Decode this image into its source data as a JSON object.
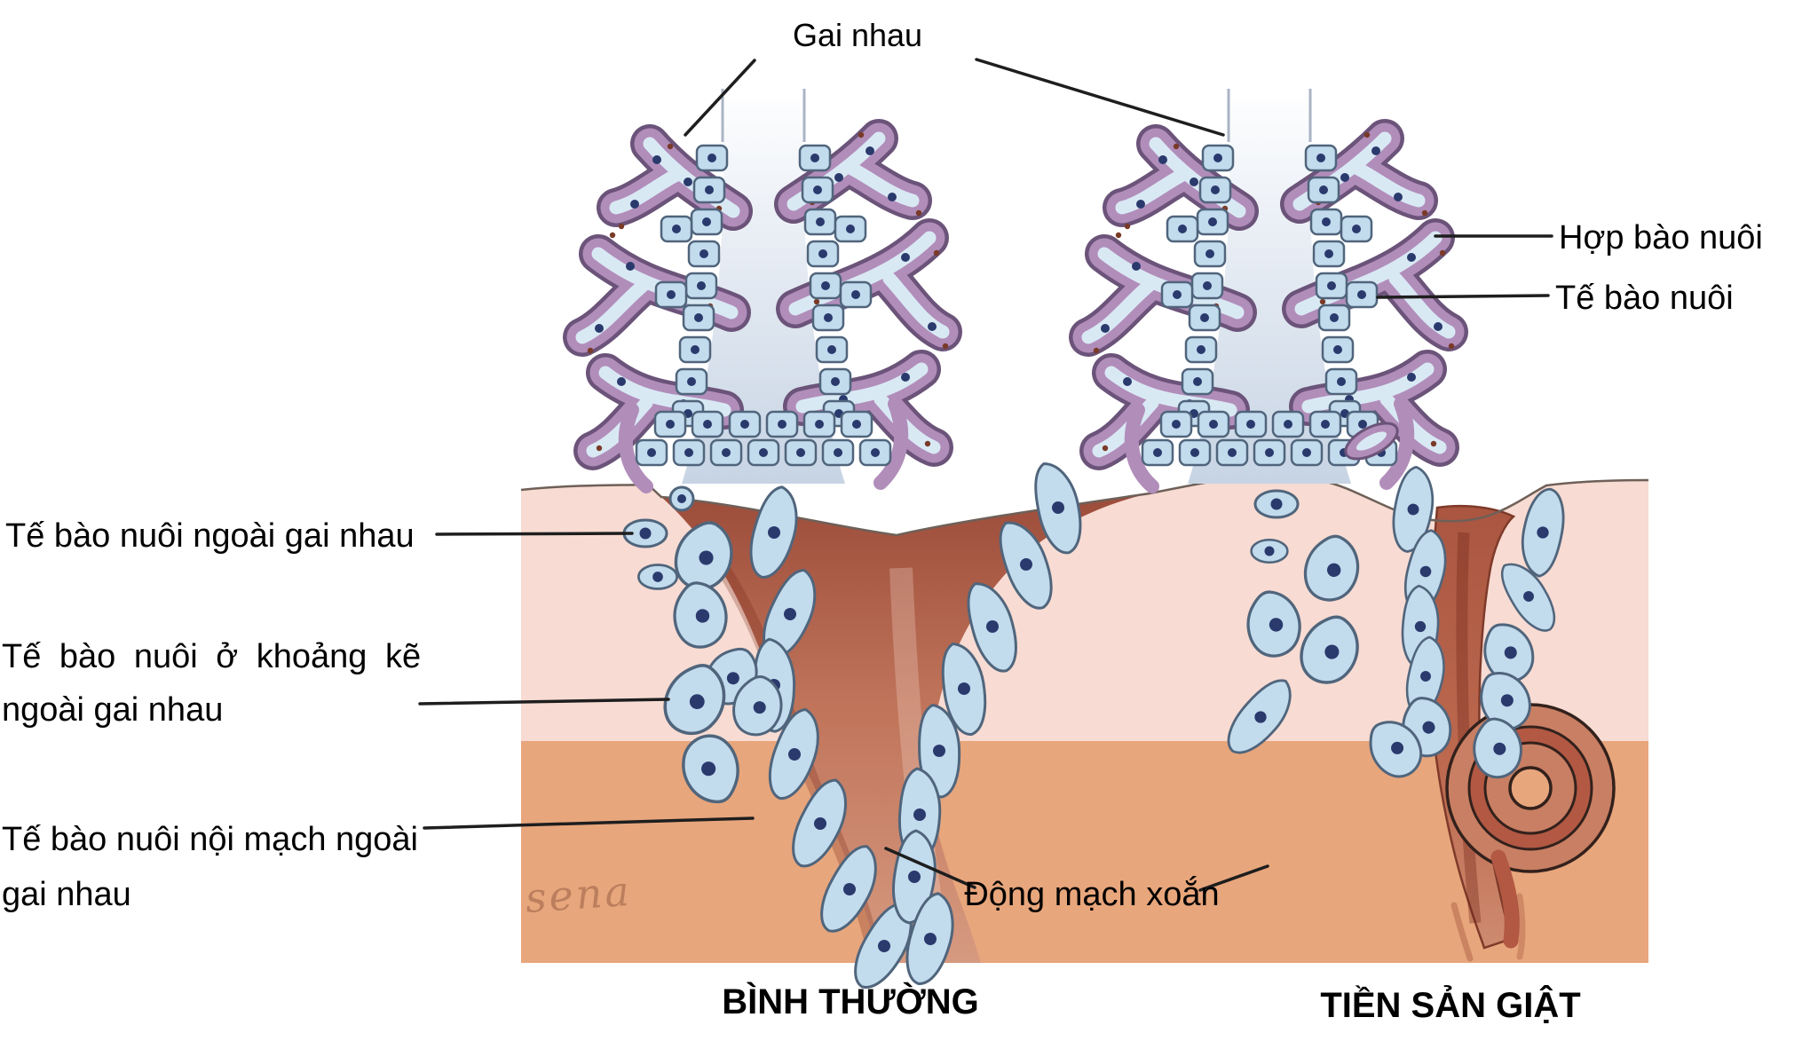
{
  "figure_labels": {
    "villus": "Gai nhau",
    "syncytiotrophoblast": "Hợp bào nuôi",
    "cytotrophoblast": "Tế bào nuôi",
    "extravillous_trophoblast": "Tế bào nuôi ngoài gai nhau",
    "interstitial_trophoblast_line1": "Tế bào nuôi ở khoảng kẽ",
    "interstitial_trophoblast_line2": "ngoài gai nhau",
    "endovascular_trophoblast_line1": "Tế bào nuôi nội mạch ngoài",
    "endovascular_trophoblast_line2": "gai nhau",
    "spiral_artery": "Động mạch xoắn"
  },
  "panels": {
    "normal": "BÌNH THƯỜNG",
    "preeclampsia": "TIỀN SẢN GIẬT"
  },
  "watermark": "sena",
  "colors": {
    "decidua": "#f8dbd2",
    "myometrium": "#e8a67c",
    "trophoblast_cell_fill": "#c2dbed",
    "trophoblast_cell_stroke": "#50657c",
    "nucleus": "#2a3a6d",
    "syncytium_purple": "#b18dba",
    "syncytium_outline": "#6b5379",
    "villus_interior": "#d9e9f4",
    "artery_dark": "#9c4c3a",
    "artery_mid": "#c0745a",
    "artery_light": "#d69a80",
    "spiral_coil": "#bd5f49",
    "label_text": "#000000"
  }
}
